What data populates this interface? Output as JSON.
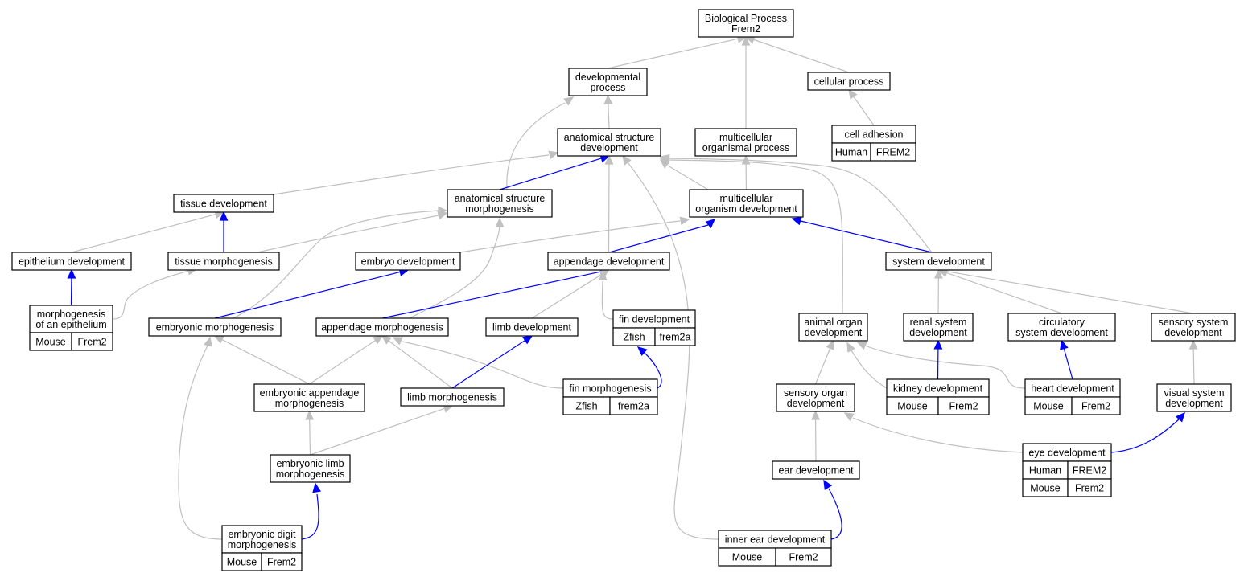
{
  "colors": {
    "grey_edge": "#c0c0c0",
    "blue_edge": "#0000ff",
    "human": "#ff6347",
    "mouse": "#add8e6",
    "zfish": "#6495ed"
  },
  "nodes": [
    {
      "id": "bp",
      "lines": [
        "Biological Process",
        "Frem2"
      ]
    },
    {
      "id": "devproc",
      "lines": [
        "developmental",
        "process"
      ]
    },
    {
      "id": "cellproc",
      "lines": [
        "cellular process"
      ]
    },
    {
      "id": "celladh",
      "lines": [
        "cell adhesion"
      ],
      "rows": [
        [
          "Human",
          "FREM2",
          "human"
        ]
      ]
    },
    {
      "id": "asd",
      "lines": [
        "anatomical structure",
        "development"
      ]
    },
    {
      "id": "mop",
      "lines": [
        "multicellular",
        "organismal process"
      ]
    },
    {
      "id": "tissuedev",
      "lines": [
        "tissue development"
      ]
    },
    {
      "id": "asm",
      "lines": [
        "anatomical structure",
        "morphogenesis"
      ]
    },
    {
      "id": "mod",
      "lines": [
        "multicellular",
        "organism development"
      ]
    },
    {
      "id": "epidev",
      "lines": [
        "epithelium development"
      ]
    },
    {
      "id": "tissuemorph",
      "lines": [
        "tissue morphogenesis"
      ]
    },
    {
      "id": "embryodev",
      "lines": [
        "embryo development"
      ]
    },
    {
      "id": "appdev",
      "lines": [
        "appendage development"
      ]
    },
    {
      "id": "sysdev",
      "lines": [
        "system development"
      ]
    },
    {
      "id": "morphepi",
      "lines": [
        "morphogenesis",
        "of an epithelium"
      ],
      "rows": [
        [
          "Mouse",
          "Frem2",
          "mouse"
        ]
      ]
    },
    {
      "id": "embmorph",
      "lines": [
        "embryonic morphogenesis"
      ]
    },
    {
      "id": "appmorph",
      "lines": [
        "appendage morphogenesis"
      ]
    },
    {
      "id": "limbdev",
      "lines": [
        "limb development"
      ]
    },
    {
      "id": "findev",
      "lines": [
        "fin development"
      ],
      "rows": [
        [
          "Zfish",
          "frem2a",
          "zfish"
        ]
      ]
    },
    {
      "id": "aod",
      "lines": [
        "animal organ",
        "development"
      ]
    },
    {
      "id": "renal",
      "lines": [
        "renal system",
        "development"
      ]
    },
    {
      "id": "circ",
      "lines": [
        "circulatory",
        "system development"
      ]
    },
    {
      "id": "sensys",
      "lines": [
        "sensory system",
        "development"
      ]
    },
    {
      "id": "embappmorph",
      "lines": [
        "embryonic appendage",
        "morphogenesis"
      ]
    },
    {
      "id": "limbmorph",
      "lines": [
        "limb morphogenesis"
      ]
    },
    {
      "id": "finmorph",
      "lines": [
        "fin morphogenesis"
      ],
      "rows": [
        [
          "Zfish",
          "frem2a",
          "zfish"
        ]
      ]
    },
    {
      "id": "sod",
      "lines": [
        "sensory organ",
        "development"
      ]
    },
    {
      "id": "kidney",
      "lines": [
        "kidney development"
      ],
      "rows": [
        [
          "Mouse",
          "Frem2",
          "mouse"
        ]
      ]
    },
    {
      "id": "heart",
      "lines": [
        "heart development"
      ],
      "rows": [
        [
          "Mouse",
          "Frem2",
          "mouse"
        ]
      ]
    },
    {
      "id": "visual",
      "lines": [
        "visual system",
        "development"
      ]
    },
    {
      "id": "emblimb",
      "lines": [
        "embryonic limb",
        "morphogenesis"
      ]
    },
    {
      "id": "ear",
      "lines": [
        "ear development"
      ]
    },
    {
      "id": "eye",
      "lines": [
        "eye development"
      ],
      "rows": [
        [
          "Human",
          "FREM2",
          "human"
        ],
        [
          "Mouse",
          "Frem2",
          "mouse"
        ]
      ]
    },
    {
      "id": "digit",
      "lines": [
        "embryonic digit",
        "morphogenesis"
      ],
      "rows": [
        [
          "Mouse",
          "Frem2",
          "mouse"
        ]
      ]
    },
    {
      "id": "innerear",
      "lines": [
        "inner ear development"
      ],
      "rows": [
        [
          "Mouse",
          "Frem2",
          "mouse"
        ]
      ]
    }
  ],
  "edges": [
    [
      "devproc",
      "bp",
      "grey"
    ],
    [
      "mop",
      "bp",
      "grey"
    ],
    [
      "cellproc",
      "bp",
      "grey"
    ],
    [
      "celladh",
      "cellproc",
      "grey"
    ],
    [
      "asd",
      "devproc",
      "grey"
    ],
    [
      "asm",
      "devproc",
      "grey"
    ],
    [
      "mod",
      "mop",
      "grey"
    ],
    [
      "tissuedev",
      "asd",
      "grey"
    ],
    [
      "asm",
      "asd",
      "blue"
    ],
    [
      "mod",
      "asd",
      "grey"
    ],
    [
      "appdev",
      "asd",
      "grey"
    ],
    [
      "sysdev",
      "asd",
      "grey"
    ],
    [
      "aod",
      "asd",
      "grey"
    ],
    [
      "innerear",
      "asd",
      "grey"
    ],
    [
      "epidev",
      "tissuedev",
      "grey"
    ],
    [
      "tissuemorph",
      "tissuedev",
      "blue"
    ],
    [
      "tissuemorph",
      "asm",
      "grey"
    ],
    [
      "embmorph",
      "asm",
      "grey"
    ],
    [
      "appmorph",
      "asm",
      "grey"
    ],
    [
      "embryodev",
      "mod",
      "grey"
    ],
    [
      "appdev",
      "mod",
      "blue"
    ],
    [
      "sysdev",
      "mod",
      "blue"
    ],
    [
      "morphepi",
      "epidev",
      "blue"
    ],
    [
      "morphepi",
      "tissuemorph",
      "grey"
    ],
    [
      "embmorph",
      "embryodev",
      "blue"
    ],
    [
      "appmorph",
      "appdev",
      "blue"
    ],
    [
      "limbdev",
      "appdev",
      "grey"
    ],
    [
      "findev",
      "appdev",
      "grey"
    ],
    [
      "renal",
      "sysdev",
      "grey"
    ],
    [
      "circ",
      "sysdev",
      "grey"
    ],
    [
      "sensys",
      "sysdev",
      "grey"
    ],
    [
      "embappmorph",
      "embmorph",
      "grey"
    ],
    [
      "embappmorph",
      "appmorph",
      "grey"
    ],
    [
      "limbmorph",
      "appmorph",
      "grey"
    ],
    [
      "finmorph",
      "appmorph",
      "grey"
    ],
    [
      "limbmorph",
      "limbdev",
      "blue"
    ],
    [
      "finmorph",
      "findev",
      "blue"
    ],
    [
      "sod",
      "aod",
      "grey"
    ],
    [
      "kidney",
      "aod",
      "grey"
    ],
    [
      "heart",
      "aod",
      "grey"
    ],
    [
      "kidney",
      "renal",
      "blue"
    ],
    [
      "heart",
      "circ",
      "blue"
    ],
    [
      "visual",
      "sensys",
      "grey"
    ],
    [
      "emblimb",
      "embappmorph",
      "grey"
    ],
    [
      "emblimb",
      "limbmorph",
      "grey"
    ],
    [
      "ear",
      "sod",
      "grey"
    ],
    [
      "eye",
      "sod",
      "grey"
    ],
    [
      "eye",
      "visual",
      "blue"
    ],
    [
      "digit",
      "emblimb",
      "blue"
    ],
    [
      "digit",
      "embmorph",
      "grey"
    ],
    [
      "innerear",
      "ear",
      "blue"
    ]
  ]
}
